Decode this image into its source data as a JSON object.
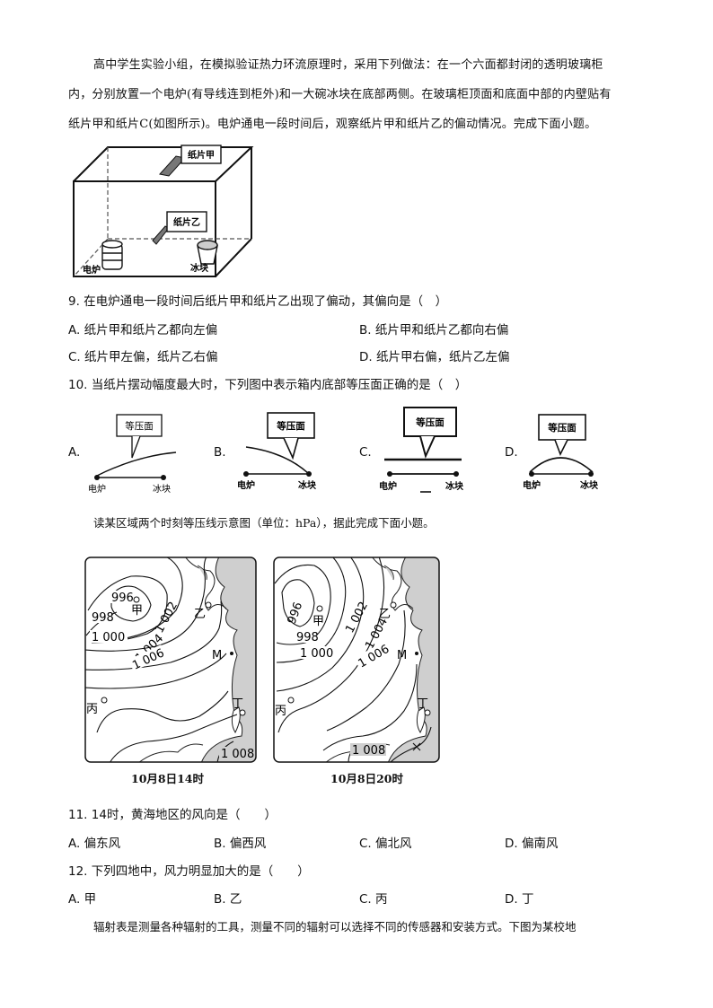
{
  "passage1": {
    "line1": "高中学生实验小组，在模拟验证热力环流原理时，采用下列做法：在一个六面都封闭的透明玻璃柜",
    "line2": "内，分别放置一个电炉(有导线连到柜外)和一大碗冰块在底部两侧。在玻璃柜顶面和底面中部的内壁贴有",
    "line3": "纸片甲和纸片C(如图所示)。电炉通电一段时间后，观察纸片甲和纸片乙的偏动情况。完成下面小题。"
  },
  "figure1": {
    "paper_a": "纸片甲",
    "paper_b": "纸片乙",
    "stove": "电炉",
    "ice": "冰块"
  },
  "q9": {
    "stem": "9. 在电炉通电一段时间后纸片甲和纸片乙出现了偏动，其偏向是（　）",
    "A": "A. 纸片甲和纸片乙都向左偏",
    "B": "B. 纸片甲和纸片乙都向右偏",
    "C": "C. 纸片甲左偏，纸片乙右偏",
    "D": "D. 纸片甲右偏，纸片乙左偏"
  },
  "q10": {
    "stem": "10. 当纸片摆动幅度最大时，下列图中表示箱内底部等压面正确的是（　）",
    "options": [
      {
        "letter": "A.",
        "label": "等压面",
        "left": "电炉",
        "right": "冰块"
      },
      {
        "letter": "B.",
        "label": "等压面",
        "left": "电炉",
        "right": "冰块"
      },
      {
        "letter": "C.",
        "label": "等压面",
        "left": "电炉",
        "right": "冰块"
      },
      {
        "letter": "D.",
        "label": "等压面",
        "left": "电炉",
        "right": "冰块"
      }
    ]
  },
  "passage2": "读某区域两个时刻等压线示意图（单位：hPa），据此完成下面小题。",
  "map1": {
    "caption": "10月8日14时",
    "labels": {
      "v996": "996",
      "v998": "998",
      "v1000": "1 000",
      "v1002": "1 002",
      "v1004": "1 004",
      "v1006": "1 006",
      "v1008": "1 008",
      "jia": "甲",
      "yi": "乙",
      "bing": "丙",
      "ding": "丁",
      "m": "M"
    }
  },
  "map2": {
    "caption": "10月8日20时",
    "labels": {
      "v996": "996",
      "v998": "998",
      "v1000": "1 000",
      "v1002": "1 002",
      "v1004": "1 004",
      "v1006": "1 006",
      "v1008": "1 008",
      "jia": "甲",
      "yi": "乙",
      "bing": "丙",
      "ding": "丁",
      "m": "M"
    }
  },
  "q11": {
    "stem": "11. 14时，黄海地区的风向是（　　）",
    "A": "A. 偏东风",
    "B": "B. 偏西风",
    "C": "C. 偏北风",
    "D": "D. 偏南风"
  },
  "q12": {
    "stem": "12. 下列四地中，风力明显加大的是（　　）",
    "A": "A. 甲",
    "B": "B. 乙",
    "C": "C. 丙",
    "D": "D. 丁"
  },
  "passage3": "辐射表是测量各种辐射的工具，测量不同的辐射可以选择不同的传感器和安装方式。下图为某校地"
}
